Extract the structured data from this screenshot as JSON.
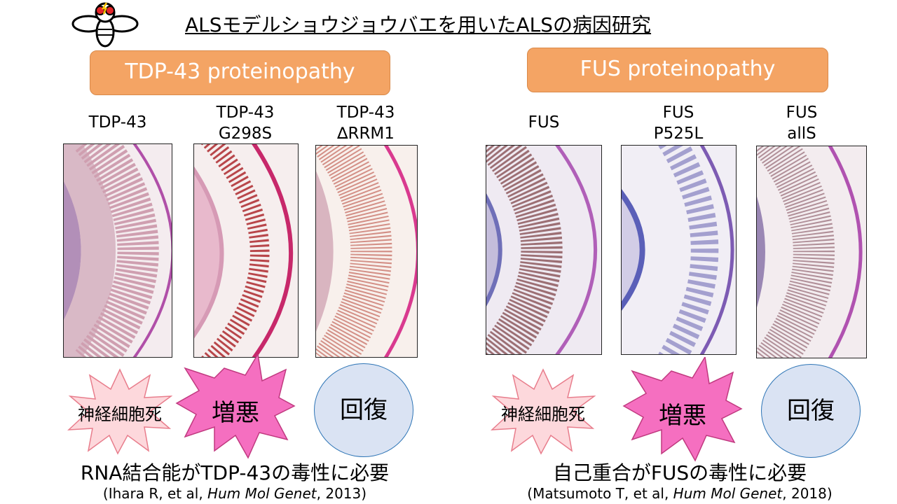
{
  "title": "ALSモデルショウジョウバエを用いたALSの病因研究",
  "left": {
    "header": "TDP-43 proteinopathy",
    "labels": [
      {
        "line1": "TDP-43",
        "line2": ""
      },
      {
        "line1": "TDP-43",
        "line2": "G298S"
      },
      {
        "line1": "TDP-43",
        "line2": "∆RRM1"
      }
    ],
    "outcomes": [
      "神経細胞死",
      "増悪",
      "回復"
    ],
    "conclusion": "RNA結合能がTDP-43の毒性に必要",
    "citation": {
      "pre": "(Ihara R, et al, ",
      "journal": "Hum Mol Genet",
      "post": ", 2013)"
    }
  },
  "right": {
    "header": "FUS proteinopathy",
    "labels": [
      {
        "line1": "FUS",
        "line2": ""
      },
      {
        "line1": "FUS",
        "line2": "P525L"
      },
      {
        "line1": "FUS",
        "line2": "allS"
      }
    ],
    "outcomes": [
      "神経細胞死",
      "増悪",
      "回復"
    ],
    "conclusion": "自己重合がFUSの毒性に必要",
    "citation": {
      "pre": "(Matsumoto T, et al, ",
      "journal": "Hum Mol Genet",
      "post": ", 2018)"
    }
  },
  "colors": {
    "header_fill": "#f4a464",
    "cell_death_fill": "#fdd8dc",
    "worsen_fill": "#f56fc0",
    "recover_fill": "#dae3f3",
    "recover_border": "#2e75b6"
  }
}
